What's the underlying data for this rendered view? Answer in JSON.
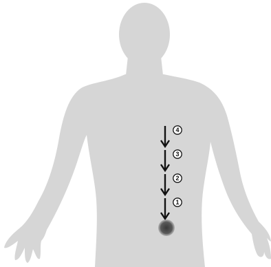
{
  "figure": {
    "steps": [
      {
        "label": "4"
      },
      {
        "label": "3"
      },
      {
        "label": "2"
      },
      {
        "label": "1"
      }
    ],
    "colors": {
      "background": "#ffffff",
      "silhouette": "#d6d6d6",
      "arrow": "#111111",
      "spot": "#4a4a4a"
    },
    "icons": [
      "human-silhouette-icon",
      "down-arrow-icon",
      "spot-marker-icon"
    ]
  }
}
